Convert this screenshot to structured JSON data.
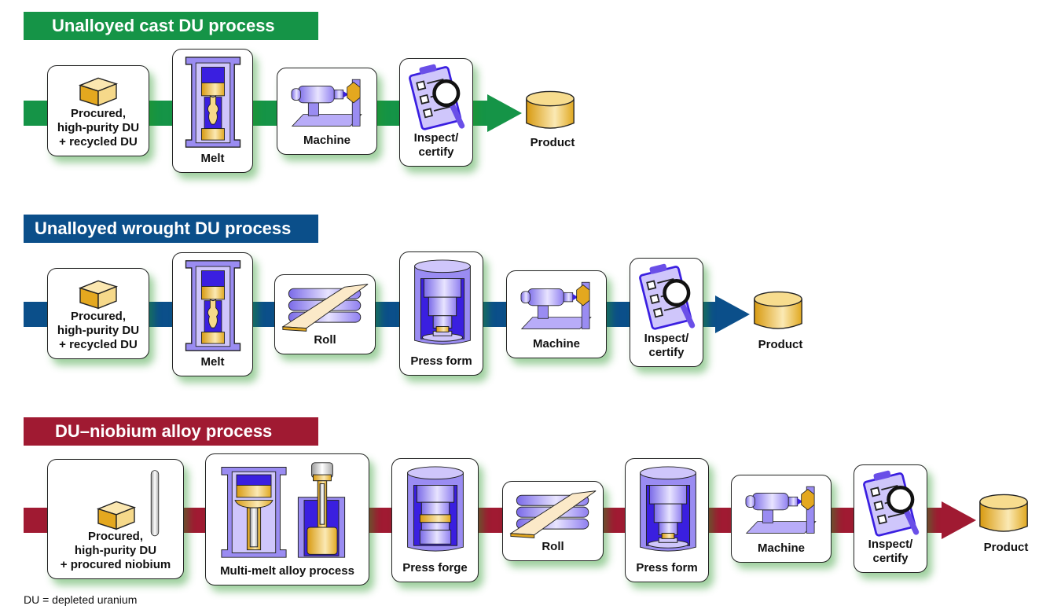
{
  "colors": {
    "cast": "#159447",
    "wrought": "#0b4f8a",
    "alloy": "#a01a32",
    "icon_purple": "#8f7ff0",
    "icon_blue": "#3a1fe0",
    "icon_gold": "#e8b637"
  },
  "processes": [
    {
      "title": "Unalloyed cast DU process",
      "steps": [
        {
          "label": "Procured,\nhigh-purity DU\n+ recycled DU",
          "icon": "du-block-icon"
        },
        {
          "label": "Melt",
          "icon": "melt-furnace-icon"
        },
        {
          "label": "Machine",
          "icon": "lathe-icon"
        },
        {
          "label": "Inspect/\ncertify",
          "icon": "clipboard-magnifier-icon"
        }
      ],
      "output": "Product"
    },
    {
      "title": "Unalloyed wrought DU process",
      "steps": [
        {
          "label": "Procured,\nhigh-purity DU\n+ recycled DU",
          "icon": "du-block-icon"
        },
        {
          "label": "Melt",
          "icon": "melt-furnace-icon"
        },
        {
          "label": "Roll",
          "icon": "rolling-mill-icon"
        },
        {
          "label": "Press form",
          "icon": "press-icon"
        },
        {
          "label": "Machine",
          "icon": "lathe-icon"
        },
        {
          "label": "Inspect/\ncertify",
          "icon": "clipboard-magnifier-icon"
        }
      ],
      "output": "Product"
    },
    {
      "title": "DU–niobium alloy process",
      "steps": [
        {
          "label": "Procured,\nhigh-purity DU\n+ procured niobium",
          "icon": "du-block-niobium-rod-icon"
        },
        {
          "label": "Multi-melt alloy process",
          "icon": "multi-melt-icon"
        },
        {
          "label": "Press forge",
          "icon": "press-forge-icon"
        },
        {
          "label": "Roll",
          "icon": "rolling-mill-icon"
        },
        {
          "label": "Press form",
          "icon": "press-icon"
        },
        {
          "label": "Machine",
          "icon": "lathe-icon"
        },
        {
          "label": "Inspect/\ncertify",
          "icon": "clipboard-magnifier-icon"
        }
      ],
      "output": "Product"
    }
  ],
  "footnote": "DU = depleted uranium"
}
